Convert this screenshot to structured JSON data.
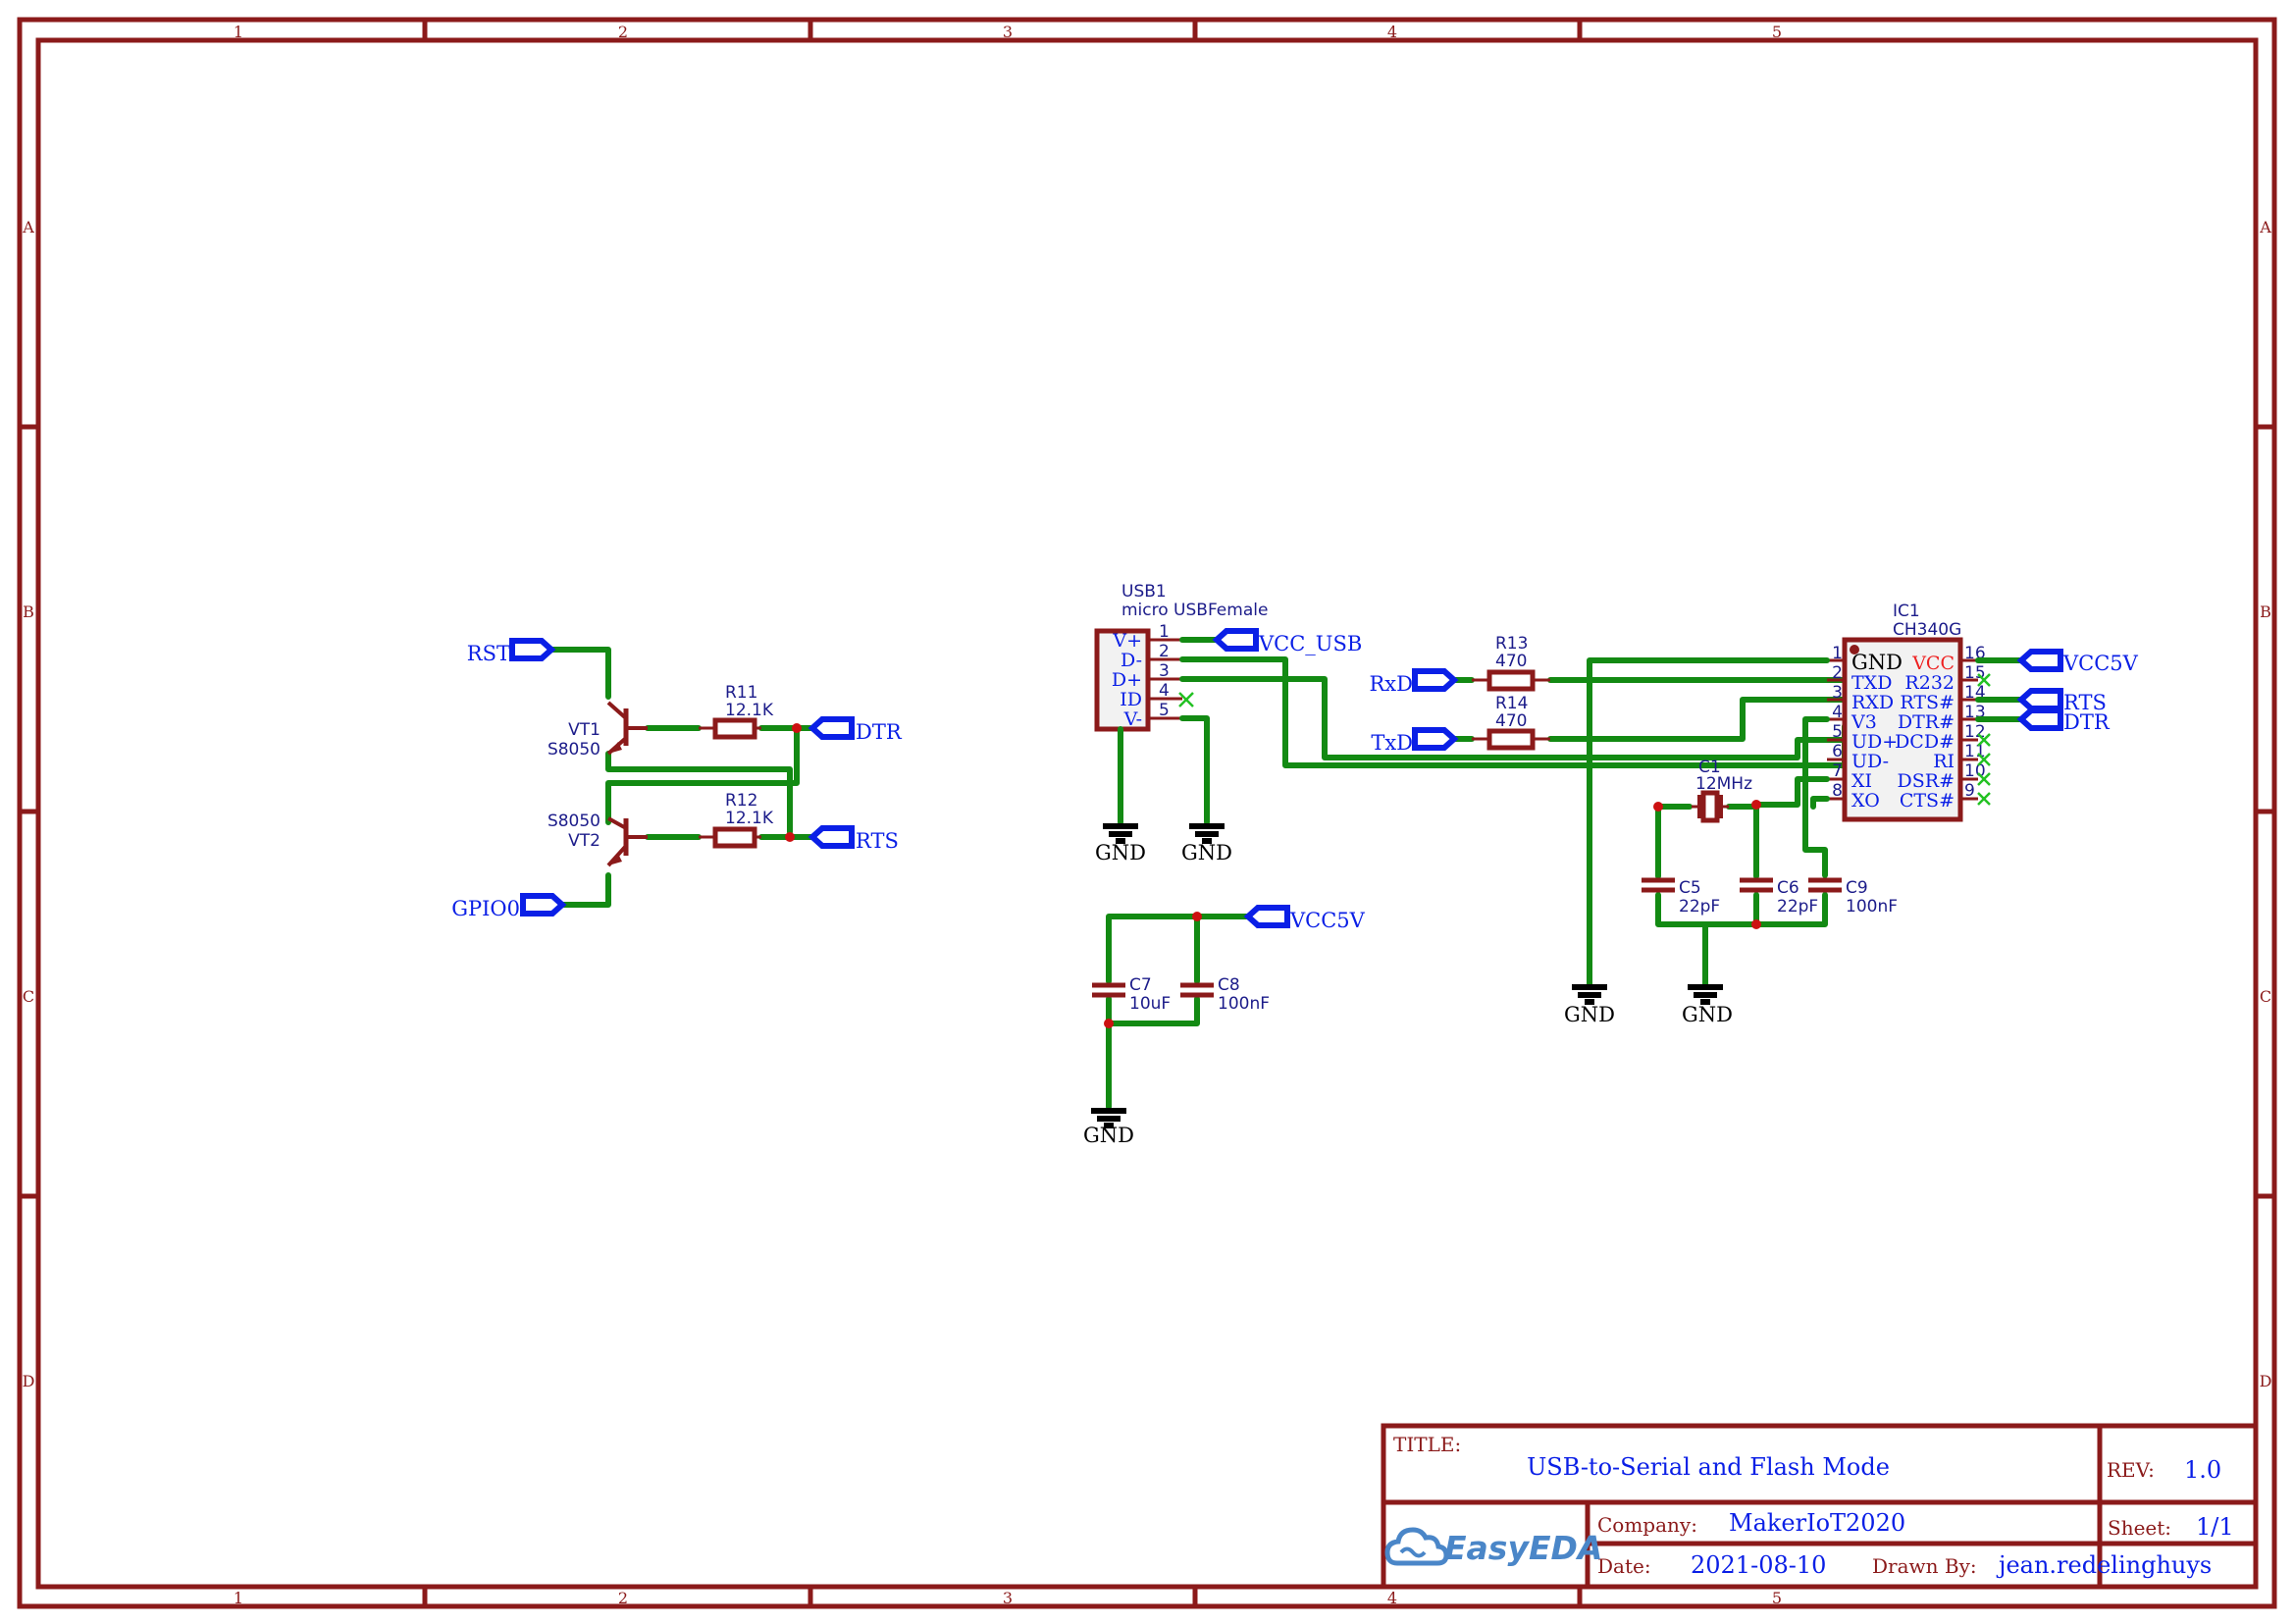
{
  "frame": {
    "columns": [
      "1",
      "2",
      "3",
      "4",
      "5"
    ],
    "rows": [
      "A",
      "B",
      "C",
      "D"
    ]
  },
  "title_block": {
    "title_label": "TITLE:",
    "title": "USB-to-Serial and Flash Mode",
    "rev_label": "REV:",
    "rev": "1.0",
    "company_label": "Company:",
    "company": "MakerIoT2020",
    "sheet_label": "Sheet:",
    "sheet": "1/1",
    "date_label": "Date:",
    "date": "2021-08-10",
    "drawn_by_label": "Drawn By:",
    "drawn_by": "jean.redelinghuys",
    "logo_text": "EasyEDA"
  },
  "transistors": {
    "vt1": {
      "ref": "VT1",
      "part": "S8050"
    },
    "vt2": {
      "ref": "VT2",
      "part": "S8050"
    }
  },
  "resistors": {
    "r11": {
      "ref": "R11",
      "value": "12.1K"
    },
    "r12": {
      "ref": "R12",
      "value": "12.1K"
    },
    "r13": {
      "ref": "R13",
      "value": "470"
    },
    "r14": {
      "ref": "R14",
      "value": "470"
    }
  },
  "capacitors": {
    "c5": {
      "ref": "C5",
      "value": "22pF"
    },
    "c6": {
      "ref": "C6",
      "value": "22pF"
    },
    "c7": {
      "ref": "C7",
      "value": "10uF"
    },
    "c8": {
      "ref": "C8",
      "value": "100nF"
    },
    "c9": {
      "ref": "C9",
      "value": "100nF"
    }
  },
  "crystal": {
    "ref": "C1",
    "value": "12MHz"
  },
  "net_flags": {
    "rst": "RST",
    "gpio0": "GPIO0",
    "dtr_left": "DTR",
    "rts_left": "RTS",
    "vcc_usb": "VCC_USB",
    "vcc5v_mid": "VCC5V",
    "rxd": "RxD",
    "txd": "TxD",
    "vcc5v_right": "VCC5V",
    "rts_right": "RTS",
    "dtr_right": "DTR"
  },
  "ground_label": "GND",
  "usb": {
    "ref": "USB1",
    "part": "micro USBFemale",
    "pins": [
      {
        "name": "V+",
        "num": "1"
      },
      {
        "name": "D-",
        "num": "2"
      },
      {
        "name": "D+",
        "num": "3"
      },
      {
        "name": "ID",
        "num": "4"
      },
      {
        "name": "V-",
        "num": "5"
      }
    ]
  },
  "ic": {
    "ref": "IC1",
    "part": "CH340G",
    "left_pins": [
      {
        "num": "1",
        "name": "GND"
      },
      {
        "num": "2",
        "name": "TXD"
      },
      {
        "num": "3",
        "name": "RXD"
      },
      {
        "num": "4",
        "name": "V3"
      },
      {
        "num": "5",
        "name": "UD+"
      },
      {
        "num": "6",
        "name": "UD-"
      },
      {
        "num": "7",
        "name": "XI"
      },
      {
        "num": "8",
        "name": "XO"
      }
    ],
    "right_pins": [
      {
        "num": "16",
        "name": "VCC"
      },
      {
        "num": "15",
        "name": "R232"
      },
      {
        "num": "14",
        "name": "RTS#"
      },
      {
        "num": "13",
        "name": "DTR#"
      },
      {
        "num": "12",
        "name": "DCD#"
      },
      {
        "num": "11",
        "name": "RI"
      },
      {
        "num": "10",
        "name": "DSR#"
      },
      {
        "num": "9",
        "name": "CTS#"
      }
    ]
  },
  "colors": {
    "frame": "#8b1a1a",
    "wire": "#138a13",
    "net_flag": "#0a1fe6",
    "junction": "#cc1111",
    "ground": "#000000"
  }
}
